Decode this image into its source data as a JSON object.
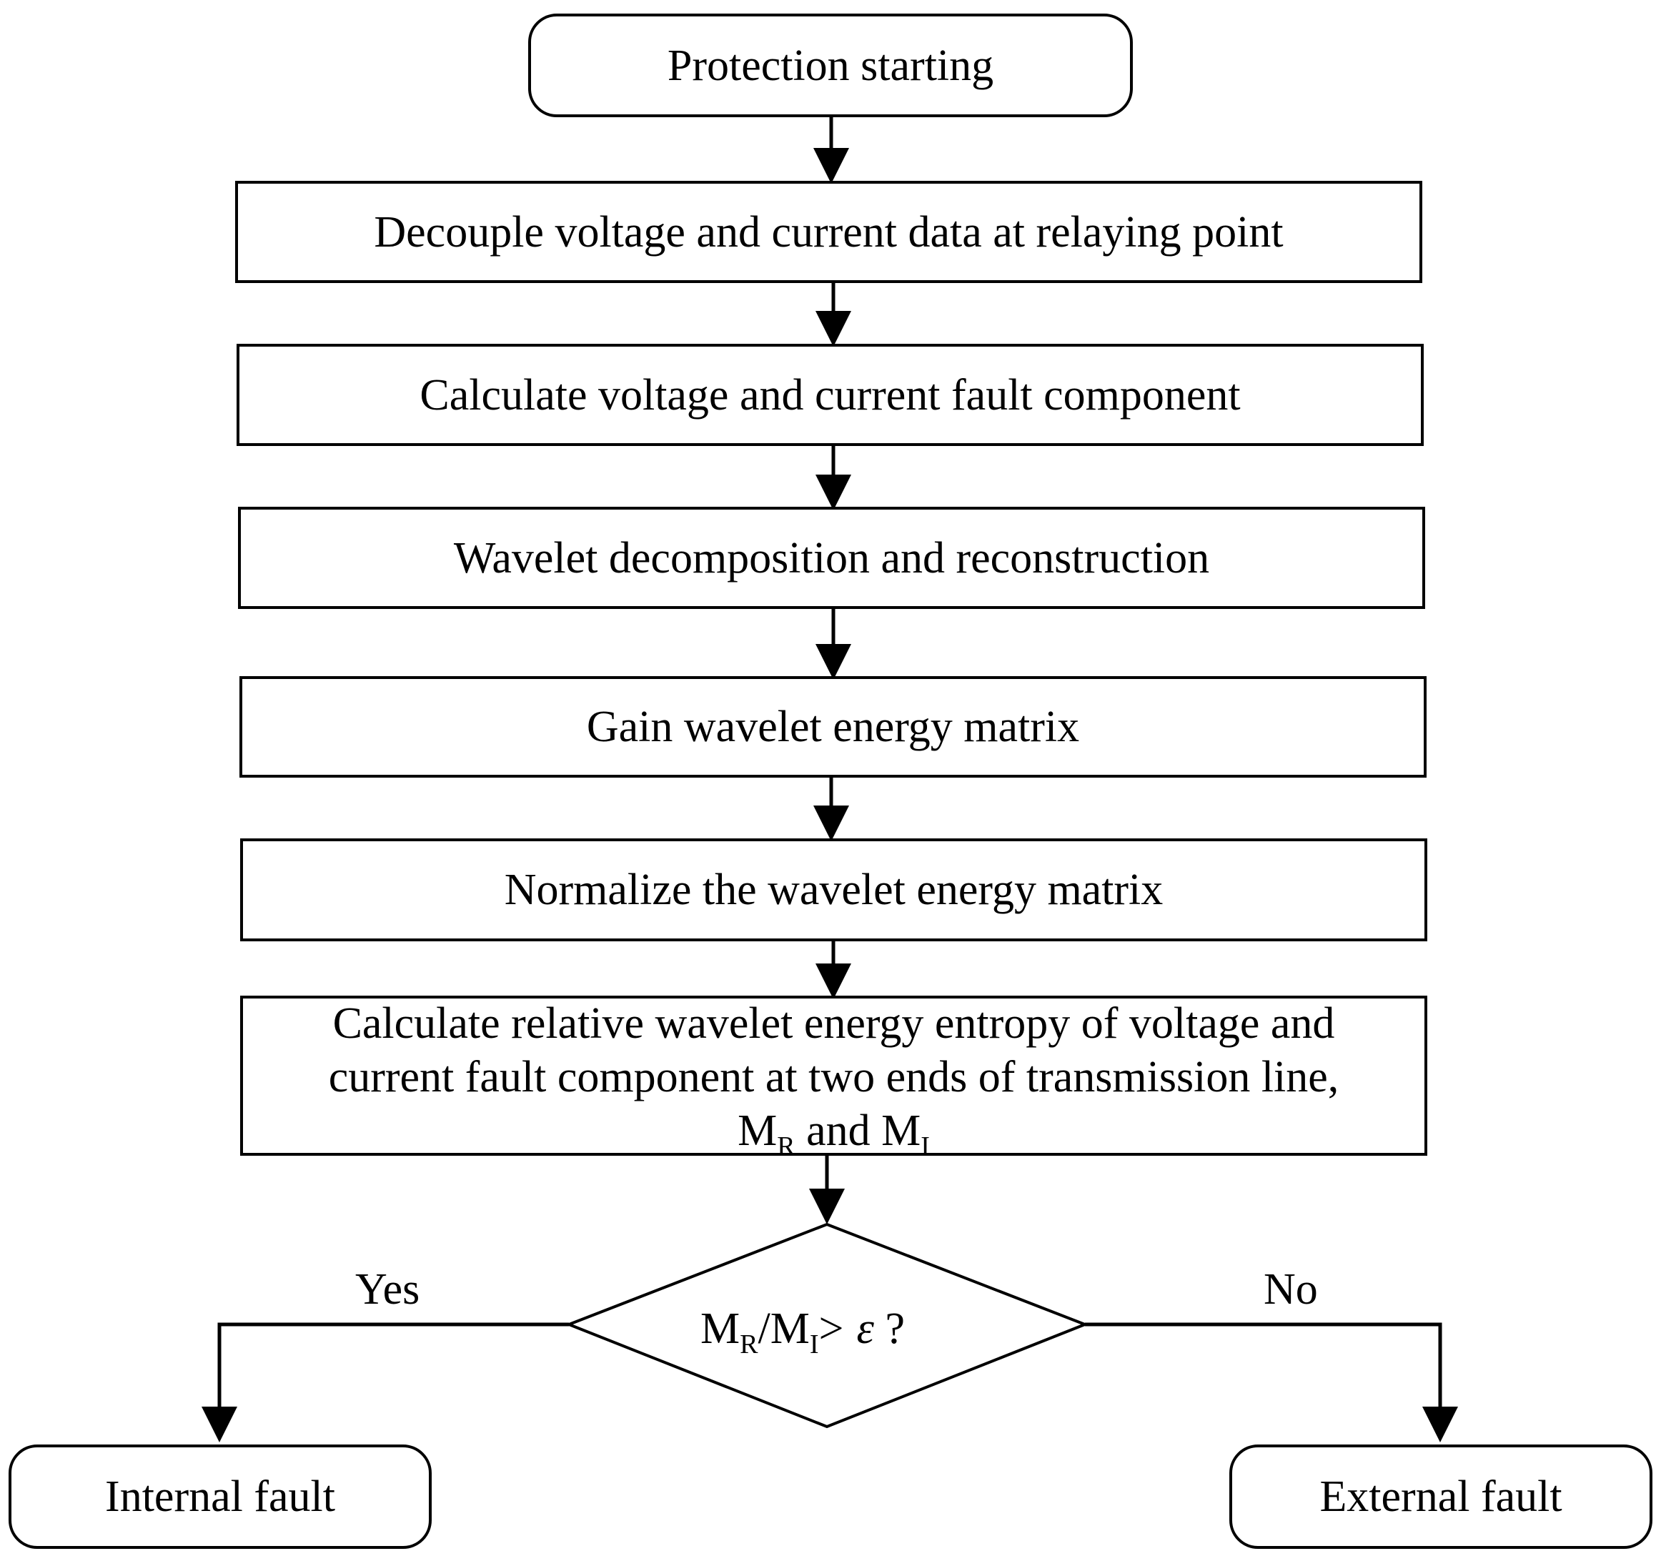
{
  "flowchart": {
    "start": "Protection starting",
    "steps": [
      "Decouple voltage and current data at relaying point",
      "Calculate voltage and current fault component",
      "Wavelet decomposition and reconstruction",
      "Gain wavelet energy matrix",
      "Normalize the wavelet energy matrix"
    ],
    "entropy_step": {
      "line1": "Calculate relative wavelet energy entropy of voltage and",
      "line2": "current fault component at two ends of transmission line,",
      "m_r_base": "M",
      "m_r_sub": "R",
      "conj": " and ",
      "m_i_base": "M",
      "m_i_sub": "I"
    },
    "decision": {
      "m_r_base": "M",
      "m_r_sub": "R",
      "slash": "/",
      "m_i_base": "M",
      "m_i_sub": "I",
      "gt": ">",
      "epsilon": "ε",
      "question": " ?"
    },
    "yes_label": "Yes",
    "no_label": "No",
    "internal": "Internal fault",
    "external": "External fault"
  }
}
